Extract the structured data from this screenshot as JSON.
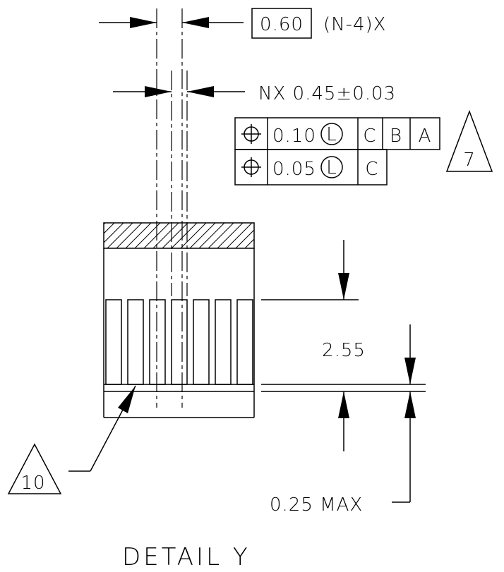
{
  "callouts": {
    "pitch_value": "0.60",
    "pitch_count": "(N-4)X",
    "lead_width": "NX 0.45±0.03",
    "height_dim": "2.55",
    "standoff_dim": "0.25 MAX"
  },
  "fcf": {
    "row1": {
      "tolerance": "0.10",
      "modifier": "L",
      "datums": [
        "C",
        "B",
        "A"
      ]
    },
    "row2": {
      "tolerance": "0.05",
      "modifier": "L",
      "datums": [
        "C"
      ]
    }
  },
  "notes": {
    "flag_7": "7",
    "flag_10": "10"
  },
  "title": "DETAIL Y"
}
